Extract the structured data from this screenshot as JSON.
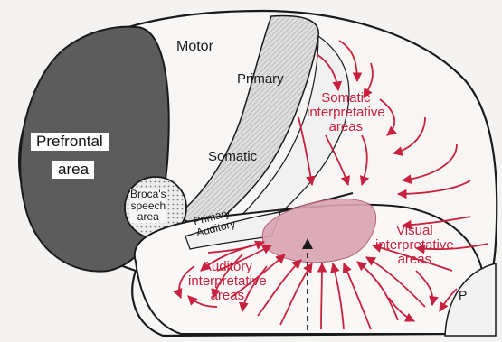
{
  "labels": {
    "motor": "Motor",
    "primary_motor": "Primary",
    "somatic": "Somatic",
    "somatic_interpretative": [
      "Somatic",
      "interpretative",
      "areas"
    ],
    "prefrontal": [
      "Prefrontal",
      "area"
    ],
    "broca": [
      "Broca's",
      "speech",
      "area"
    ],
    "primary_auditory": [
      "Primary",
      "Auditory"
    ],
    "auditory_interpretative": [
      "Auditory",
      "interpretative",
      "areas"
    ],
    "visual_interpretative": [
      "Visual",
      "interpretative",
      "areas"
    ],
    "p": "P"
  },
  "colors": {
    "background": "#f4f3f1",
    "outline": "#1a1a1a",
    "prefrontal_fill": "#5c5c5c",
    "strip_fill": "#d8d8d8",
    "label_red": "#c8213f",
    "wernicke_fill": "#d9a3b2",
    "arrow_red": "#c8213f"
  }
}
